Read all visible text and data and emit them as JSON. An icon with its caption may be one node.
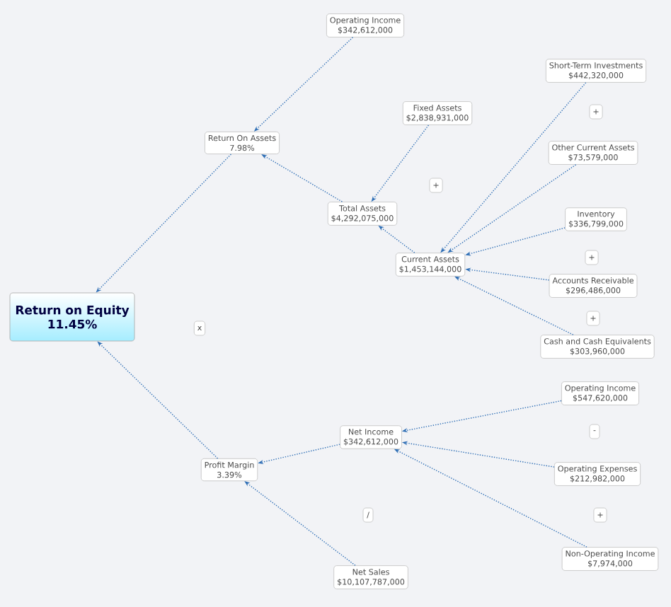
{
  "diagram": {
    "nodes": [
      {
        "text": [
          "Return on Equity",
          "11.45%"
        ]
      },
      {
        "text": [
          "Return On Assets",
          "7.98%"
        ]
      },
      {
        "text": [
          "Operating Income",
          "$342,612,000"
        ]
      },
      {
        "text": [
          "Total Assets",
          "$4,292,075,000"
        ]
      },
      {
        "text": [
          "Fixed Assets",
          "$2,838,931,000"
        ]
      },
      {
        "text": [
          "Current Assets",
          "$1,453,144,000"
        ]
      },
      {
        "text": [
          "Short-Term Investments",
          "$442,320,000"
        ]
      },
      {
        "text": [
          "Other Current Assets",
          "$73,579,000"
        ]
      },
      {
        "text": [
          "Inventory",
          "$336,799,000"
        ]
      },
      {
        "text": [
          "Accounts Receivable",
          "$296,486,000"
        ]
      },
      {
        "text": [
          "Cash and Cash Equivalents",
          "$303,960,000"
        ]
      },
      {
        "text": [
          "Profit Margin",
          "3.39%"
        ]
      },
      {
        "text": [
          "Net Income",
          "$342,612,000"
        ]
      },
      {
        "text": [
          "Operating Income",
          "$547,620,000"
        ]
      },
      {
        "text": [
          "Operating Expenses",
          "$212,982,000"
        ]
      },
      {
        "text": [
          "Non-Operating Income",
          "$7,974,000"
        ]
      },
      {
        "text": [
          "Net Sales",
          "$10,107,787,000"
        ]
      },
      {
        "text": [
          "x"
        ]
      },
      {
        "text": [
          "+"
        ]
      },
      {
        "text": [
          "+"
        ]
      },
      {
        "text": [
          "+"
        ]
      },
      {
        "text": [
          "+"
        ]
      },
      {
        "text": [
          "-"
        ]
      },
      {
        "text": [
          "/"
        ]
      },
      {
        "text": [
          "+"
        ]
      }
    ],
    "edges": [
      {
        "from": 2,
        "to": 1,
        "arrow": "to"
      },
      {
        "from": 1,
        "to": 0,
        "arrow": "to"
      },
      {
        "from": 3,
        "to": 1,
        "arrow": "to"
      },
      {
        "from": 4,
        "to": 3,
        "arrow": "to"
      },
      {
        "from": 5,
        "to": 3,
        "arrow": "to"
      },
      {
        "from": 6,
        "to": 5,
        "arrow": "to"
      },
      {
        "from": 7,
        "to": 5,
        "arrow": "to"
      },
      {
        "from": 8,
        "to": 5,
        "arrow": "to"
      },
      {
        "from": 9,
        "to": 5,
        "arrow": "to"
      },
      {
        "from": 10,
        "to": 5,
        "arrow": "to"
      },
      {
        "from": 11,
        "to": 0,
        "arrow": "to"
      },
      {
        "from": 12,
        "to": 11,
        "arrow": "to"
      },
      {
        "from": 16,
        "to": 11,
        "arrow": "to"
      },
      {
        "from": 13,
        "to": 12,
        "arrow": "to"
      },
      {
        "from": 14,
        "to": 12,
        "arrow": "to"
      },
      {
        "from": 15,
        "to": 12,
        "arrow": "to"
      }
    ]
  }
}
